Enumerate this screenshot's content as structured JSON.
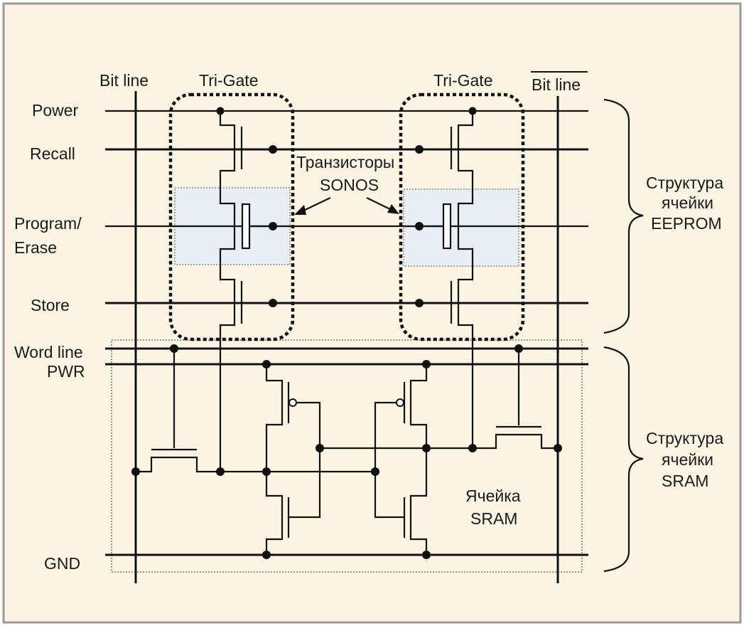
{
  "labels": {
    "bit_line": "Bit line",
    "bit_line_bar": "Bit line",
    "tri_gate_left": "Tri-Gate",
    "tri_gate_right": "Tri-Gate",
    "power": "Power",
    "recall": "Recall",
    "program": "Program/",
    "erase": "Erase",
    "store": "Store",
    "word_line": "Word line",
    "pwr": "PWR",
    "gnd": "GND",
    "sonos_line1": "Транзисторы",
    "sonos_line2": "SONOS",
    "eeprom_line1": "Структура",
    "eeprom_line2": "ячейки",
    "eeprom_line3": "EEPROM",
    "sram_line1": "Структура",
    "sram_line2": "ячейки",
    "sram_line3": "SRAM",
    "cell_line1": "Ячейка",
    "cell_line2": "SRAM"
  },
  "colors": {
    "background": "#fdf5e4",
    "frame": "#9a9a9a",
    "wire": "#111111",
    "sonos_box": "#e9eef4"
  }
}
